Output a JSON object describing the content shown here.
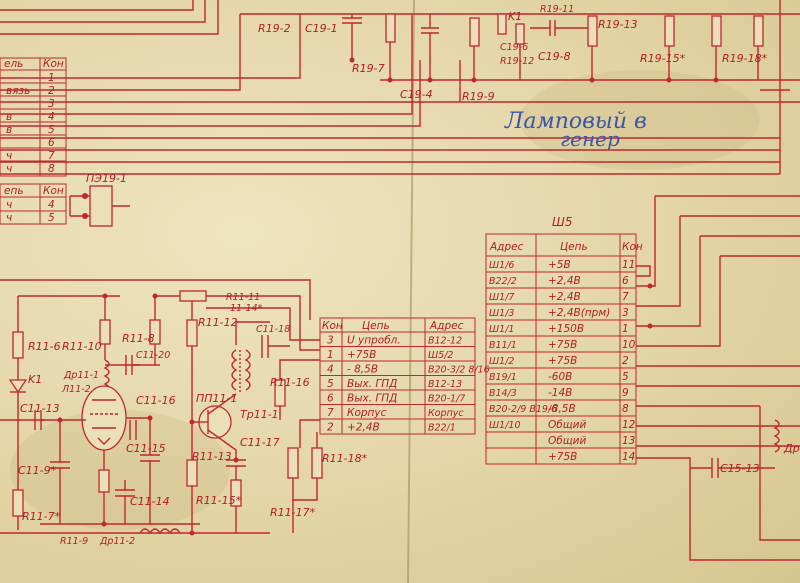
{
  "labels": {
    "r19_2": "R19-2",
    "c19_1": "C19-1",
    "r19_7": "R19-7",
    "k1_top": "K1",
    "r19_11": "R19-11",
    "c19_6": "C19-6",
    "r19_12": "R19-12",
    "c19_8": "C19-8",
    "r19_13": "R19-13",
    "r19_15": "R19-15*",
    "r19_18": "R19-18*",
    "c19_4": "C19-4",
    "r19_9": "R19-9",
    "pe19_1": "ПЭ19-1",
    "r11_6": "R11-6",
    "k1_left": "K1",
    "r11_10": "R11-10",
    "dr11_1": "Др11-1",
    "l11_2": "Л11-2",
    "c11_13": "C11-13",
    "c11_9": "C11-9*",
    "r11_7": "R11-7*",
    "r11_9": "R11-9",
    "dr11_2": "Др11-2",
    "r11_8": "R11-8",
    "c11_20": "C11-20",
    "c11_16": "C11-16",
    "c11_15": "C11-15",
    "c11_14": "C11-14",
    "r11_11": "R11-11",
    "r11_14": "11-14*",
    "r11_12": "R11-12",
    "c11_18": "C11-18",
    "pp11_1": "ПП11-1",
    "tr11_1": "Tp11-1",
    "c11_17": "C11-17",
    "r11_13": "R11-13",
    "r11_15": "R11-15*",
    "r11_16": "R11-16",
    "r11_17": "R11-17*",
    "r11_18": "R11-18*",
    "c15_13": "C15-13",
    "dr_right": "Др"
  },
  "handwriting": [
    "Ламповый в",
    "генер"
  ],
  "left_table": {
    "header": [
      "ель",
      "Кон"
    ],
    "rows": [
      {
        "sig": "",
        "pin": "1"
      },
      {
        "sig": "вязь",
        "pin": "2"
      },
      {
        "sig": "",
        "pin": "3"
      },
      {
        "sig": "в",
        "pin": "4"
      },
      {
        "sig": "в",
        "pin": "5"
      },
      {
        "sig": "",
        "pin": "6"
      },
      {
        "sig": "ч",
        "pin": "7"
      },
      {
        "sig": "ч",
        "pin": "8"
      }
    ]
  },
  "left_table2": {
    "header": [
      "епь",
      "Кон"
    ],
    "rows": [
      {
        "sig": "ч",
        "pin": "4"
      },
      {
        "sig": "ч",
        "pin": "5"
      }
    ]
  },
  "mid_table": {
    "header": [
      "Кон",
      "Цепь",
      "Адрес"
    ],
    "rows": [
      {
        "pin": "3",
        "sig": "U упробл.",
        "addr": "B12-12"
      },
      {
        "pin": "1",
        "sig": "+75В",
        "addr": "Ш5/2"
      },
      {
        "pin": "4",
        "sig": "- 8,5В",
        "addr": "B20-3/2 8/16"
      },
      {
        "pin": "5",
        "sig": "Вых. ГПД",
        "addr": "B12-13"
      },
      {
        "pin": "6",
        "sig": "Вых. ГПД",
        "addr": "B20-1/7"
      },
      {
        "pin": "7",
        "sig": "Корпус",
        "addr": "Корпус"
      },
      {
        "pin": "2",
        "sig": "+2,4В",
        "addr": "B22/1"
      }
    ]
  },
  "sh5": {
    "title": "Ш5",
    "header": [
      "Адрес",
      "Цепь",
      "Кон"
    ],
    "rows": [
      {
        "addr": "Ш1/6",
        "sig": "+5В",
        "pin": "11"
      },
      {
        "addr": "B22/2",
        "sig": "+2,4В",
        "pin": "6"
      },
      {
        "addr": "Ш1/7",
        "sig": "+2,4В",
        "pin": "7"
      },
      {
        "addr": "Ш1/3",
        "sig": "+2,4В(прм)",
        "pin": "3"
      },
      {
        "addr": "Ш1/1",
        "sig": "+150В",
        "pin": "1"
      },
      {
        "addr": "B11/1",
        "sig": "+75В",
        "pin": "10"
      },
      {
        "addr": "Ш1/2",
        "sig": "+75В",
        "pin": "2"
      },
      {
        "addr": "B19/1",
        "sig": "-60В",
        "pin": "5"
      },
      {
        "addr": "B14/3",
        "sig": "-14В",
        "pin": "9"
      },
      {
        "addr": "B20-2/9 B19/6",
        "sig": "-8,5В",
        "pin": "8"
      },
      {
        "addr": "Ш1/10",
        "sig": "Общий",
        "pin": "12"
      },
      {
        "addr": "",
        "sig": "Общий",
        "pin": "13"
      },
      {
        "addr": "",
        "sig": "+75В",
        "pin": "14"
      }
    ]
  },
  "colors": {
    "ink": "#c2262e",
    "paper": "#e8dcb3",
    "pen": "#3b56a8"
  }
}
